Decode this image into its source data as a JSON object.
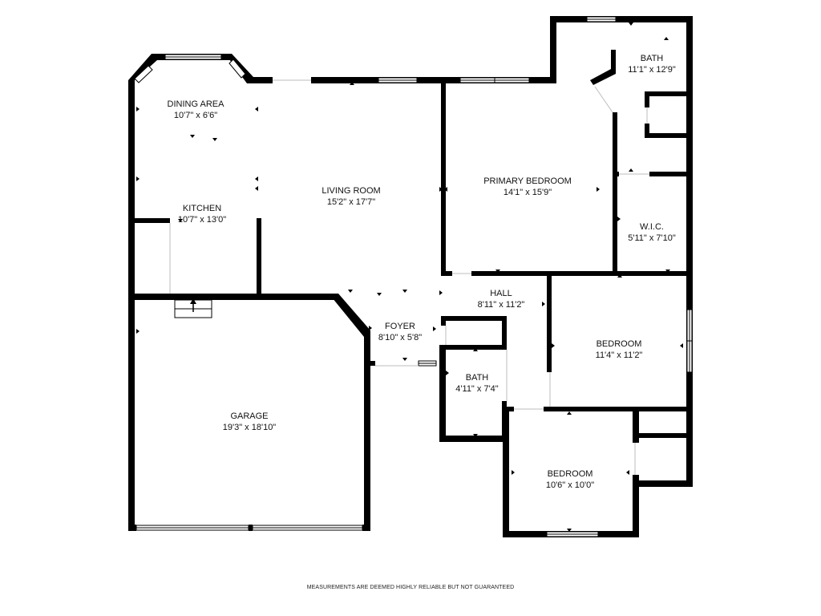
{
  "rooms": {
    "dining": {
      "name": "DINING AREA",
      "dims": "10'7\" x 6'6\""
    },
    "kitchen": {
      "name": "KITCHEN",
      "dims": "10'7\" x 13'0\""
    },
    "living": {
      "name": "LIVING ROOM",
      "dims": "15'2\" x 17'7\""
    },
    "primary_bedroom": {
      "name": "PRIMARY BEDROOM",
      "dims": "14'1\" x 15'9\""
    },
    "primary_bath": {
      "name": "BATH",
      "dims": "11'1\" x 12'9\""
    },
    "wic": {
      "name": "W.I.C.",
      "dims": "5'11\" x 7'10\""
    },
    "hall": {
      "name": "HALL",
      "dims": "8'11\" x 11'2\""
    },
    "foyer": {
      "name": "FOYER",
      "dims": "8'10\" x 5'8\""
    },
    "bath2": {
      "name": "BATH",
      "dims": "4'11\" x 7'4\""
    },
    "bedroom2": {
      "name": "BEDROOM",
      "dims": "11'4\" x 11'2\""
    },
    "bedroom3": {
      "name": "BEDROOM",
      "dims": "10'6\" x 10'0\""
    },
    "garage": {
      "name": "GARAGE",
      "dims": "19'3\" x 18'10\""
    }
  },
  "disclaimer": "MEASUREMENTS ARE DEEMED HIGHLY RELIABLE BUT NOT GUARANTEED",
  "colors": {
    "wall": "#000000",
    "background": "#ffffff",
    "text": "#111111"
  }
}
